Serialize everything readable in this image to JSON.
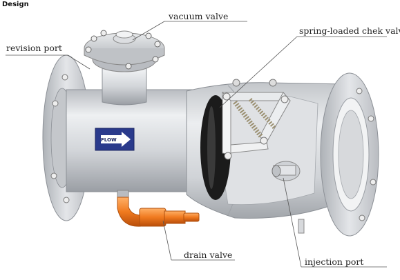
{
  "title": "Design",
  "labels": {
    "vacuum_valve": "vacuum valve",
    "revision_port": "revision port",
    "check_valve": "spring-loaded chek valve",
    "drain_valve": "drain valve",
    "injection_port": "injection port"
  },
  "plate": {
    "text": "FLOW"
  },
  "colors": {
    "body": "#cfd2d6",
    "drain": "#f07a1f",
    "disc": "#1b1b1b",
    "plate": "#2a3a8c"
  }
}
